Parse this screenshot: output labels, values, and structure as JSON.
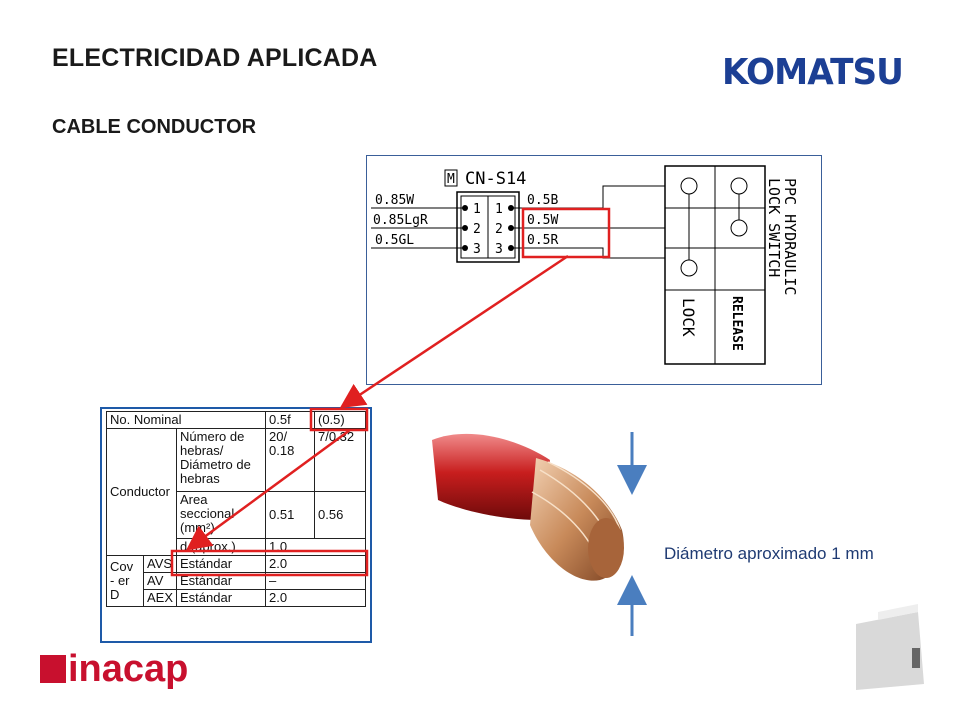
{
  "header": {
    "title": "ELECTRICIDAD APLICADA",
    "subtitle": "CABLE CONDUCTOR"
  },
  "brand": {
    "komatsu": "KOMATSU",
    "inacap": "inacap",
    "komatsu_color": "#1c3f94",
    "inacap_color": "#c8102e",
    "highlight_color": "#e02020",
    "arrow_color": "#4a7ebf"
  },
  "diagram": {
    "connector_tag": "M",
    "connector_name": "CN-S14",
    "left_wires": [
      "0.85W",
      "0.85LgR",
      "0.5GL"
    ],
    "pins": [
      "1",
      "2",
      "3"
    ],
    "right_wires": [
      "0.5B",
      "0.5W",
      "0.5R"
    ],
    "switch_title_line1": "PPC HYDRAULIC",
    "switch_title_line2": "LOCK SWITCH",
    "switch_lock": "LOCK",
    "switch_release": "RELEASE"
  },
  "spec_table": {
    "nominal_label": "No. Nominal",
    "nominal_val1": "0.5f",
    "nominal_val2": "(0.5)",
    "conductor_label": "Conductor",
    "strands_label": "Número de hebras/ Diámetro de hebras",
    "strands_val1": "20/ 0.18",
    "strands_val2": "7/0.32",
    "area_label": "Area seccional (mm²)",
    "area_val1": "0.51",
    "area_val2": "0.56",
    "d_label": "d (aprox.)",
    "d_val": "1.0",
    "cov_label": "Cov - er D",
    "rows": [
      {
        "type": "AVS",
        "std": "Estándar",
        "val": "2.0"
      },
      {
        "type": "AV",
        "std": "Estándar",
        "val": "–"
      },
      {
        "type": "AEX",
        "std": "Estándar",
        "val": "2.0"
      }
    ]
  },
  "cable": {
    "diameter_label": "Diámetro aproximado 1 mm"
  }
}
